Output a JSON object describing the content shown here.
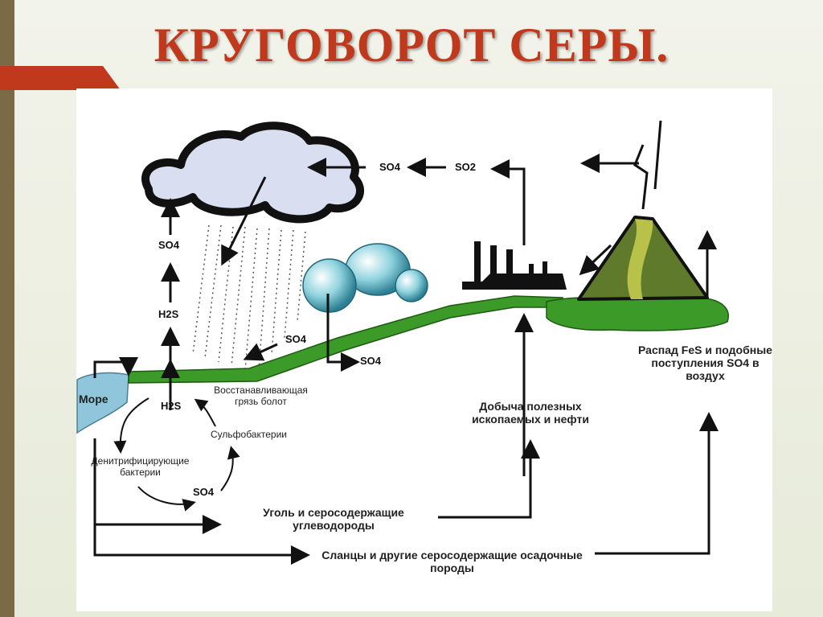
{
  "title": "КРУГОВОРОТ СЕРЫ.",
  "chem": {
    "so4_top": "SO4",
    "so2_top": "SO2",
    "so4_left": "SO4",
    "h2s_left": "H2S",
    "h2s_cycle": "H2S",
    "so4_slope": "SO4",
    "so4_mid": "SO4",
    "so4_cycle": "SO4"
  },
  "labels": {
    "sea": "Море",
    "swamp_mud": "Восстанавливающая грязь болот",
    "sulfobacteria": "Сульфобактерии",
    "denitrifying": "Денитрифицирующие бактерии",
    "mining": "Добыча полезных ископаемых и нефти",
    "fes": "Распад FeS и подобные поступления SO4 в воздух",
    "coal": "Уголь и серосодержащие углеводороды",
    "shale": "Сланцы и другие серосодержащие осадочные породы"
  },
  "colors": {
    "title": "#c0391d",
    "grass": "#2f8a1f",
    "sea": "#8fc6dc",
    "cloud": "#d9def0",
    "volcano": "#5f7a2a"
  }
}
